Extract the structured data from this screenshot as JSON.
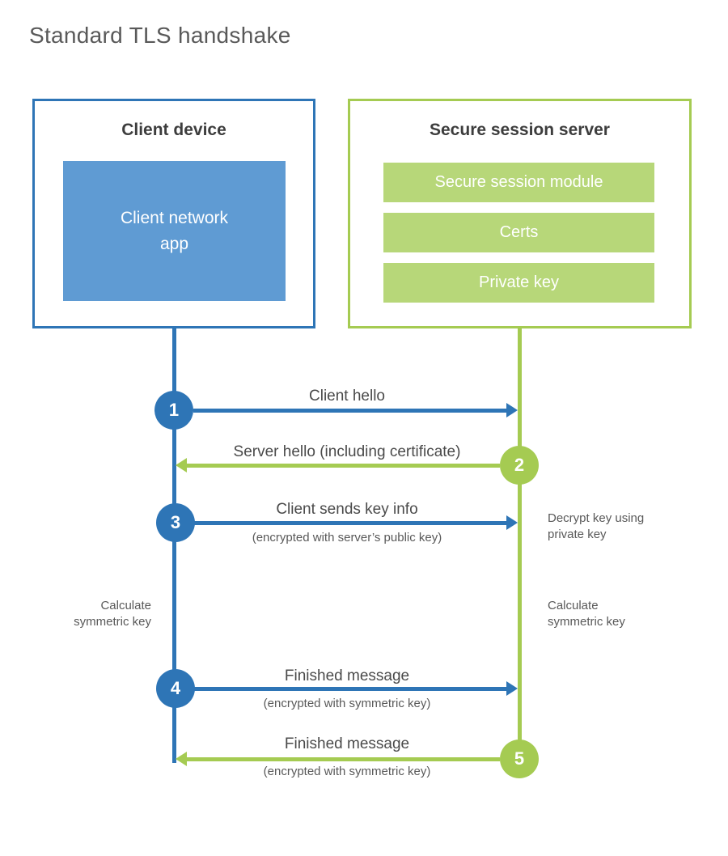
{
  "page": {
    "title": "Standard TLS handshake"
  },
  "colors": {
    "client_accent": "#2e75b6",
    "client_fill": "#5f9bd3",
    "server_accent": "#a5cb52",
    "server_fill": "#b7d779",
    "heading_text": "#3d3d3d",
    "label_text": "#4a4a4a",
    "muted_text": "#595959"
  },
  "client": {
    "title": "Client device",
    "app_label": "Client network\napp"
  },
  "server": {
    "title": "Secure session server",
    "modules": [
      "Secure session module",
      "Certs",
      "Private key"
    ]
  },
  "steps": [
    {
      "number": "1",
      "actor": "client",
      "direction": "right",
      "label": "Client hello",
      "sublabel": ""
    },
    {
      "number": "2",
      "actor": "server",
      "direction": "left",
      "label": "Server hello (including certificate)",
      "sublabel": ""
    },
    {
      "number": "3",
      "actor": "client",
      "direction": "right",
      "label": "Client sends key info",
      "sublabel": "(encrypted with server’s public key)"
    },
    {
      "number": "4",
      "actor": "client",
      "direction": "right",
      "label": "Finished message",
      "sublabel": "(encrypted with symmetric key)"
    },
    {
      "number": "5",
      "actor": "server",
      "direction": "left",
      "label": "Finished message",
      "sublabel": "(encrypted with symmetric key)"
    }
  ],
  "annotations": {
    "decrypt": "Decrypt key using\nprivate key",
    "calc_left": "Calculate\nsymmetric key",
    "calc_right": "Calculate\nsymmetric key"
  }
}
